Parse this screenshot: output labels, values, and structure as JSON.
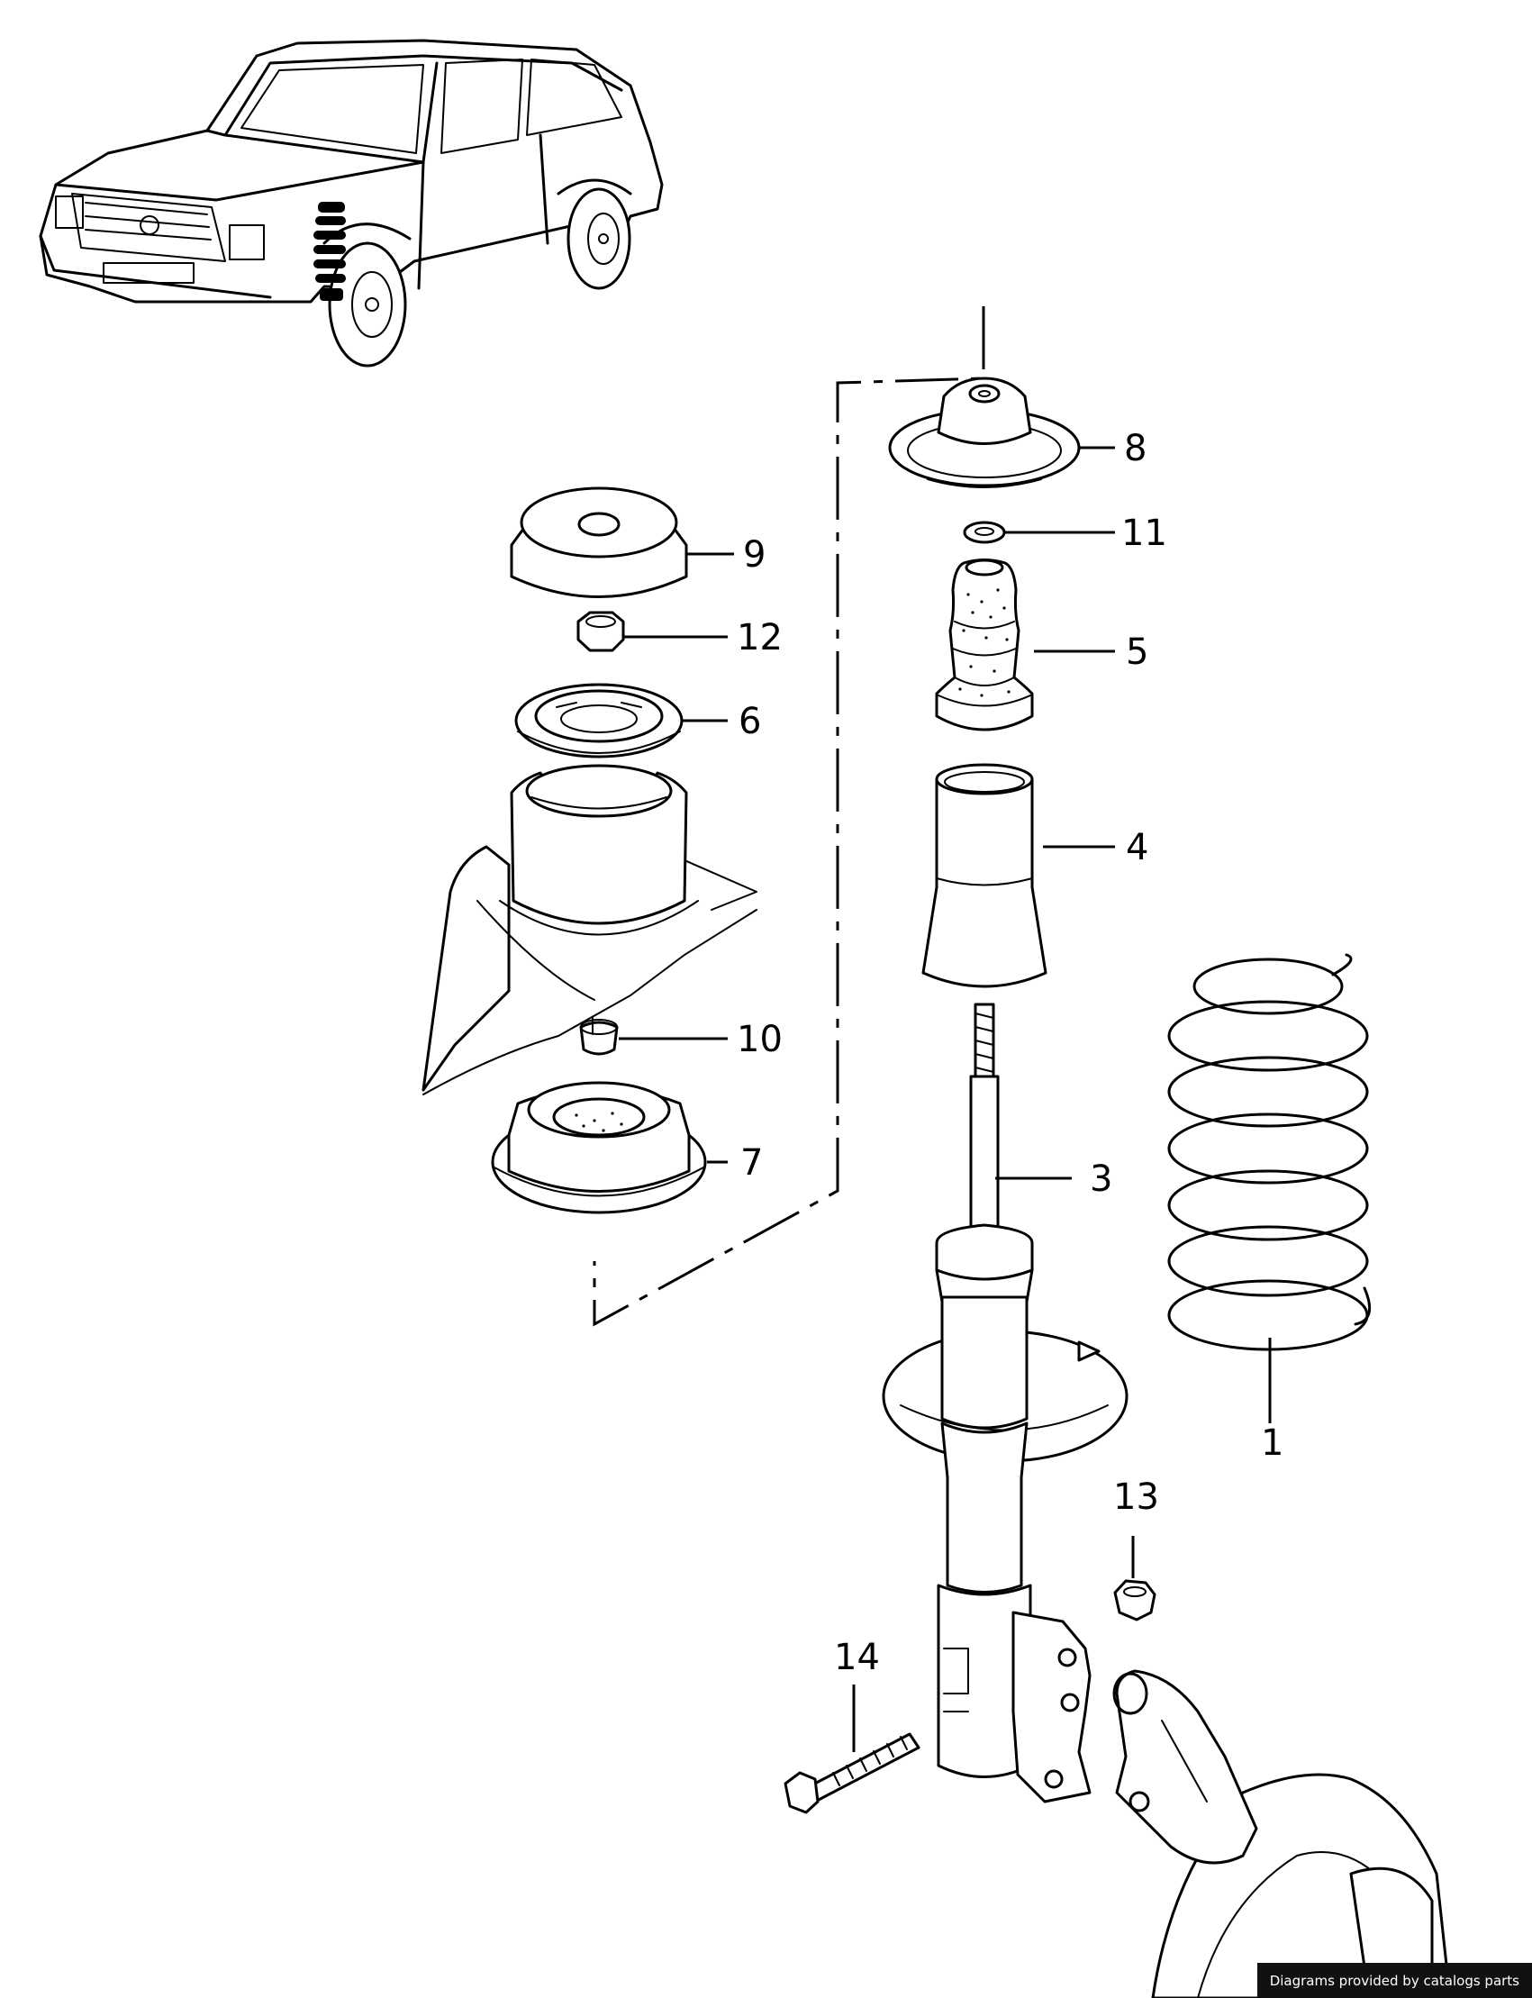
{
  "callouts": [
    "1",
    "3",
    "4",
    "5",
    "6",
    "7",
    "8",
    "9",
    "10",
    "11",
    "12",
    "13",
    "14"
  ],
  "credit": "Diagrams provided by catalogs parts"
}
